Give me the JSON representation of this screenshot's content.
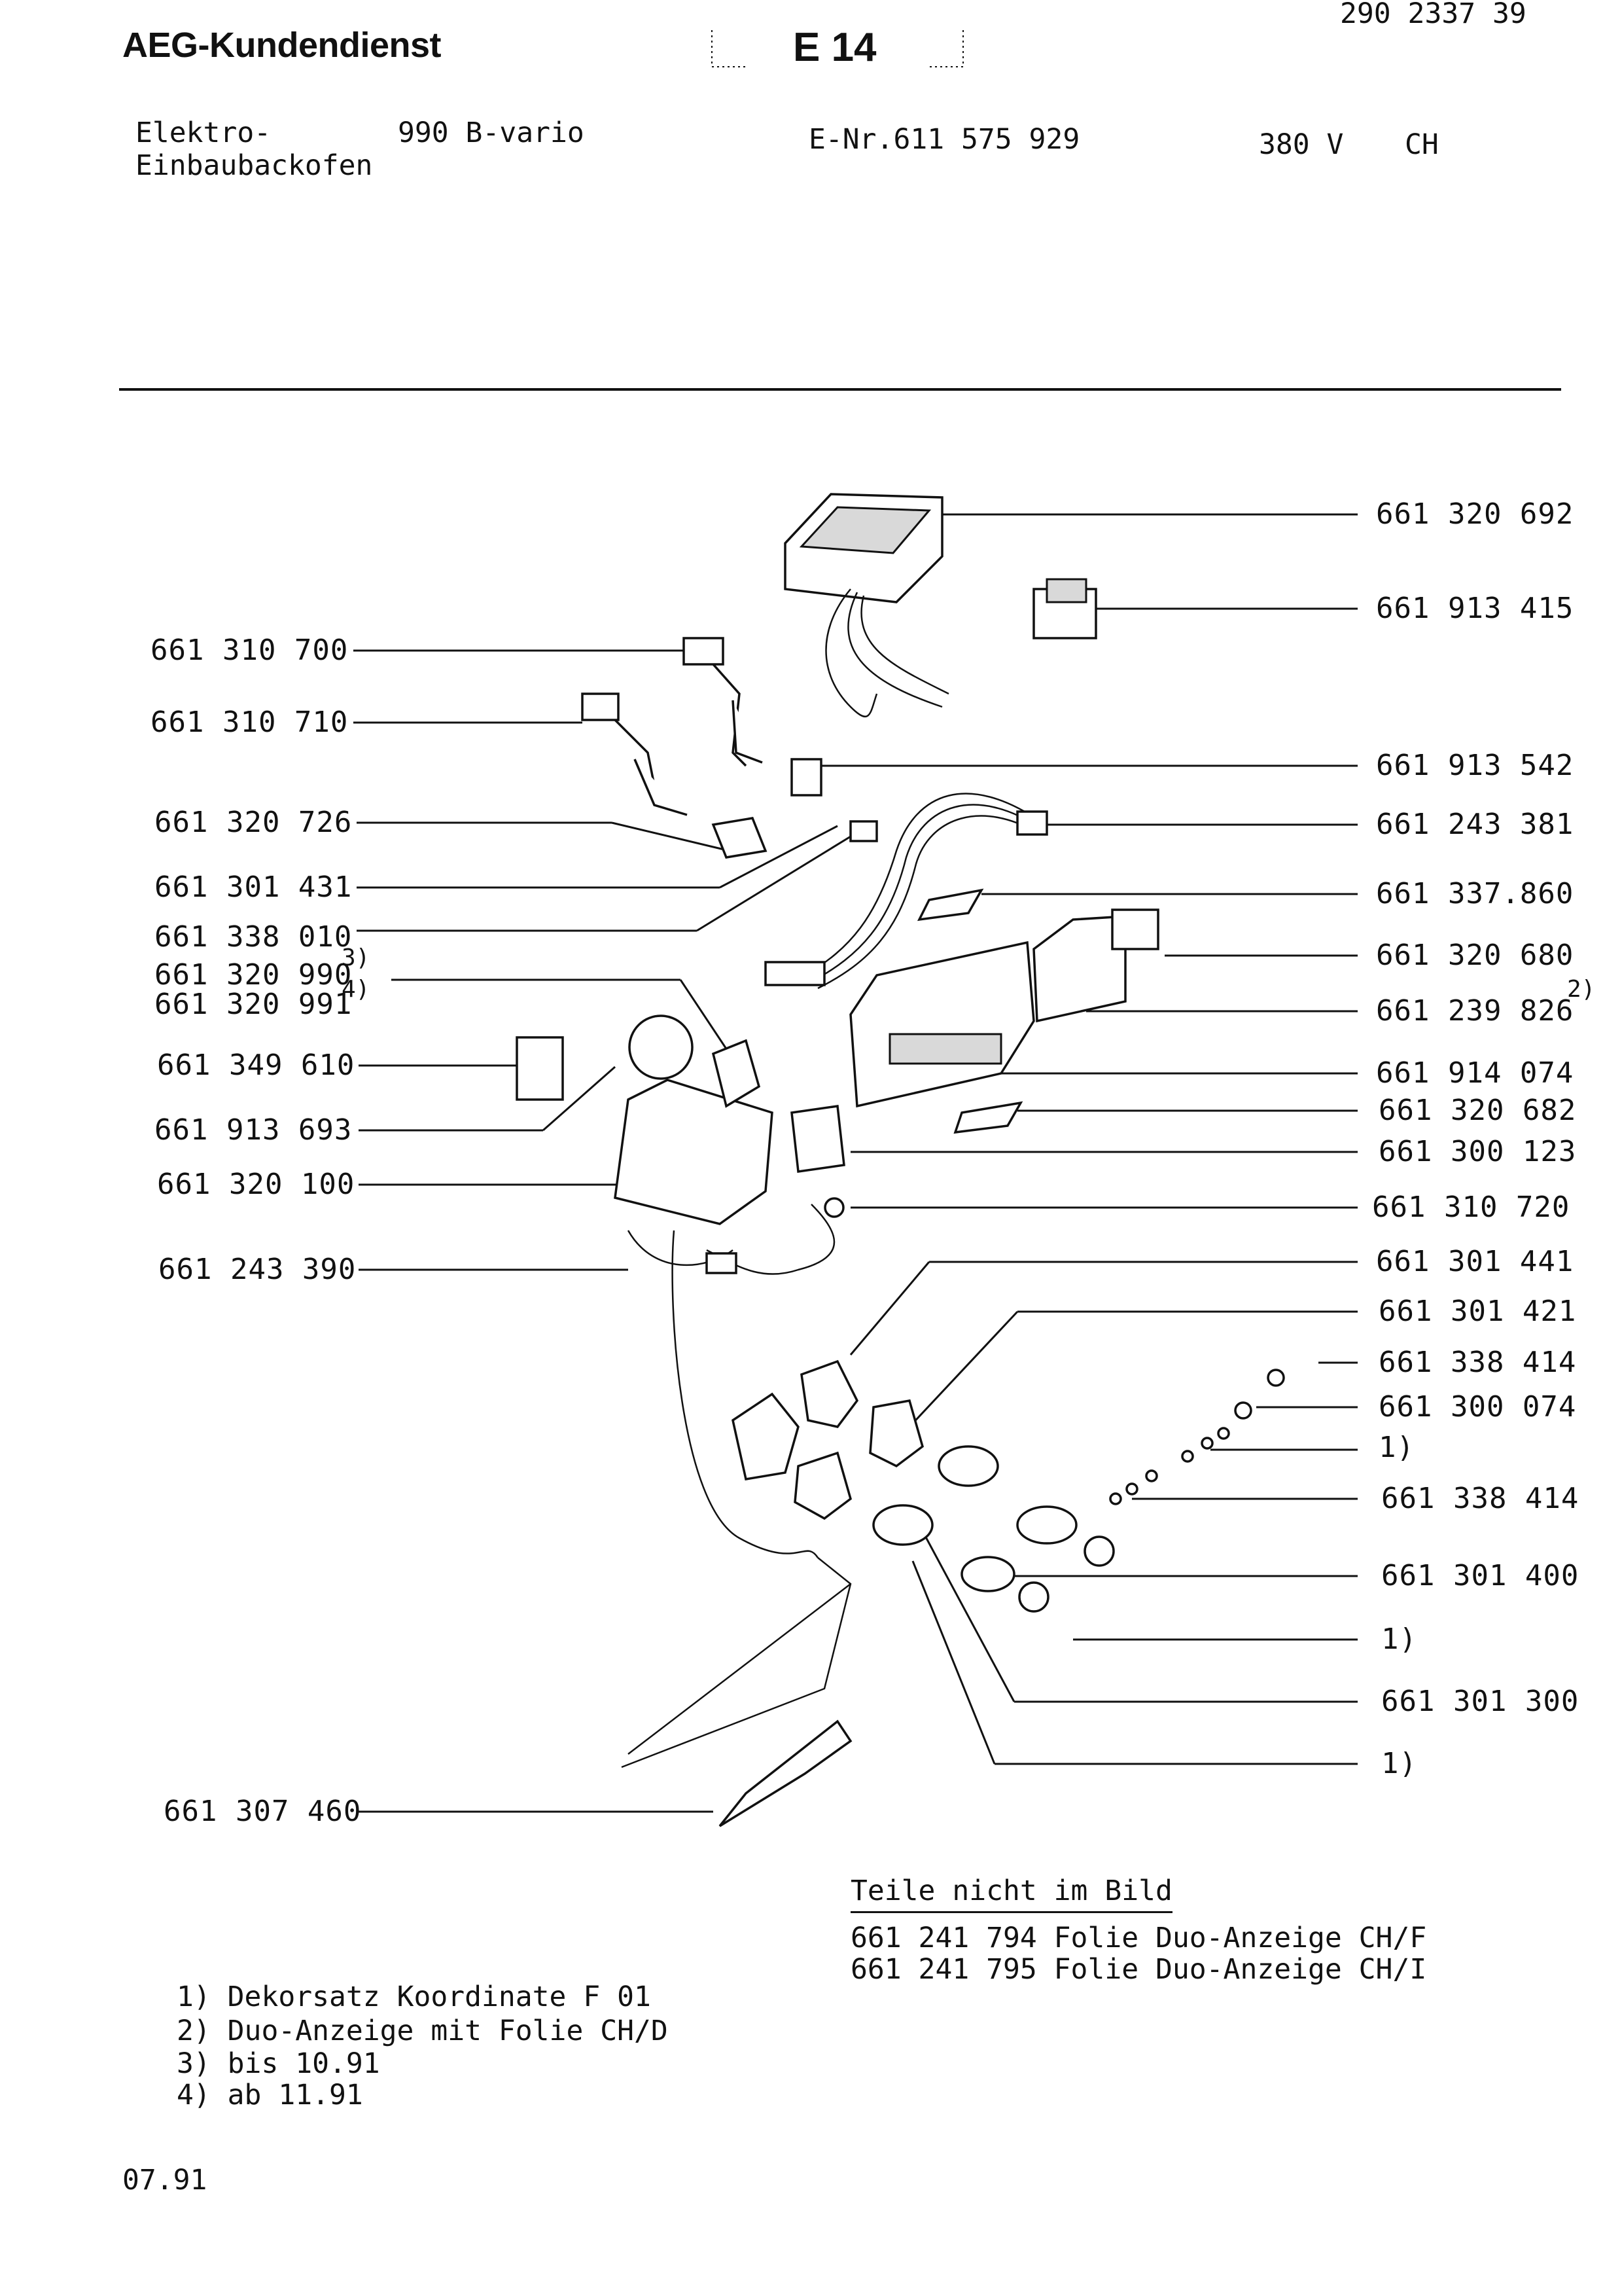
{
  "header": {
    "brand": "AEG-Kundendienst",
    "section_code": "E 14",
    "doc_number": "290 2337 39",
    "product_line1": "Elektro-",
    "product_line2": "Einbaubackofen",
    "model": "990 B-vario",
    "e_nr": "E-Nr.611 575 929",
    "voltage": "380 V",
    "country": "CH"
  },
  "parts_left": [
    {
      "number": "661 310 700",
      "note": ""
    },
    {
      "number": "661 310 710",
      "note": ""
    },
    {
      "number": "661 320 726",
      "note": ""
    },
    {
      "number": "661 301 431",
      "note": ""
    },
    {
      "number": "661 338 010",
      "note": ""
    },
    {
      "number": "661 320 990",
      "note": "3)"
    },
    {
      "number": "661 320 991",
      "note": "4)"
    },
    {
      "number": "661 349 610",
      "note": ""
    },
    {
      "number": "661 913 693",
      "note": ""
    },
    {
      "number": "661 320 100",
      "note": ""
    },
    {
      "number": "661 243 390",
      "note": ""
    },
    {
      "number": "661 307 460",
      "note": ""
    }
  ],
  "parts_right": [
    {
      "number": "661 320 692",
      "note": ""
    },
    {
      "number": "661 913 415",
      "note": ""
    },
    {
      "number": "661 913 542",
      "note": ""
    },
    {
      "number": "661 243 381",
      "note": ""
    },
    {
      "number": "661 337.860",
      "note": ""
    },
    {
      "number": "661 320 680",
      "note": ""
    },
    {
      "number": "661 239 826",
      "note": "2)"
    },
    {
      "number": "661 914 074",
      "note": ""
    },
    {
      "number": "661 320 682",
      "note": ""
    },
    {
      "number": "661 300 123",
      "note": ""
    },
    {
      "number": "661 310 720",
      "note": ""
    },
    {
      "number": "661 301 441",
      "note": ""
    },
    {
      "number": "661 301 421",
      "note": ""
    },
    {
      "number": "661 338 414",
      "note": ""
    },
    {
      "number": "661 300 074",
      "note": ""
    },
    {
      "number": "1)",
      "note": ""
    },
    {
      "number": "661 338 414",
      "note": ""
    },
    {
      "number": "661 301 400",
      "note": ""
    },
    {
      "number": "1)",
      "note": ""
    },
    {
      "number": "661 301 300",
      "note": ""
    },
    {
      "number": "1)",
      "note": ""
    }
  ],
  "not_shown": {
    "title": "Teile nicht im Bild",
    "items": [
      {
        "number": "661 241 794",
        "desc": "Folie Duo-Anzeige",
        "variant": "CH/F"
      },
      {
        "number": "661 241 795",
        "desc": "Folie Duo-Anzeige",
        "variant": "CH/I"
      }
    ]
  },
  "footnotes": [
    {
      "mark": "1)",
      "text": "Dekorsatz",
      "detail": "Koordinate F 01"
    },
    {
      "mark": "2)",
      "text": "Duo-Anzeige",
      "detail": "mit Folie CH/D"
    },
    {
      "mark": "3)",
      "text": "bis",
      "detail": "10.91"
    },
    {
      "mark": "4)",
      "text": "ab",
      "detail": "11.91"
    }
  ],
  "date_code": "07.91"
}
